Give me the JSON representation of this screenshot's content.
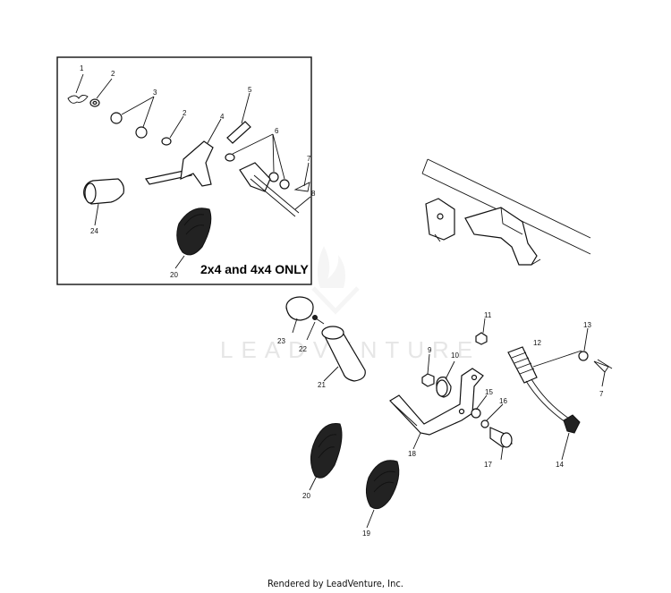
{
  "inset_note": "2x4 and 4x4 ONLY",
  "watermark": "LEADVENTURE",
  "footer": "Rendered by LeadVenture, Inc.",
  "callouts": {
    "c1": "1",
    "c2a": "2",
    "c2b": "2",
    "c3": "3",
    "c4": "4",
    "c5": "5",
    "c6": "6",
    "c7a": "7",
    "c8": "8",
    "c24": "24",
    "c20a": "20",
    "c11": "11",
    "c13": "13",
    "c12": "12",
    "c9": "9",
    "c10": "10",
    "c7b": "7",
    "c15": "15",
    "c16": "16",
    "c23": "23",
    "c22": "22",
    "c21": "21",
    "c18": "18",
    "c17": "17",
    "c14": "14",
    "c20b": "20",
    "c19": "19"
  }
}
